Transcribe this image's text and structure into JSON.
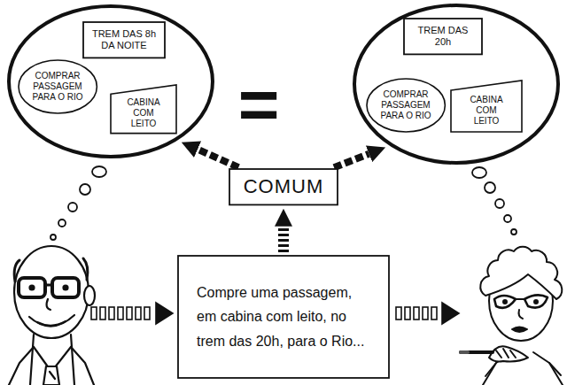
{
  "diagram": {
    "nodes": [
      {
        "text": []
      },
      {
        "text": [
          "TREM DAS 8h DA NOITE"
        ],
        "in": 0
      },
      {
        "text": [
          "COMPRAR PASSAGEM PARA O RIO"
        ],
        "in": 0
      },
      {
        "text": [
          "CABINA COM LEITO"
        ],
        "in": 0
      },
      {
        "text": []
      },
      {
        "text": [
          "TREM DAS 20h"
        ],
        "in": 4
      },
      {
        "text": [
          "COMPRAR PASSAGEM PARA O RIO"
        ],
        "in": 4
      },
      {
        "text": [
          "CABINA COM LEITO"
        ],
        "in": 4
      },
      {
        "text": [
          "COMUM"
        ]
      },
      {
        "text": [
          "Compre uma passagem, em cabina com leito, no trem das 20h, para o Rio..."
        ]
      }
    ],
    "edges": [
      {
        "from": 8,
        "to": 0,
        "arrow": "to"
      },
      {
        "from": 8,
        "to": 4,
        "arrow": "to"
      },
      {
        "from": 9,
        "to": 8,
        "arrow": "to"
      }
    ],
    "labels": [
      "="
    ]
  }
}
